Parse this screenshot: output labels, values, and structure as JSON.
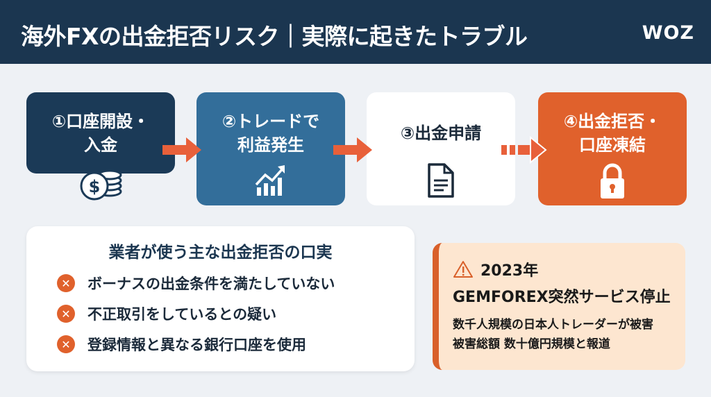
{
  "header": {
    "title": "海外FXの出金拒否リスク｜実際に起きたトラブル",
    "logo": "WOZ"
  },
  "steps": [
    {
      "label": "①口座開設・\n入金",
      "icon": "coins-icon"
    },
    {
      "label": "②トレードで\n利益発生",
      "icon": "chart-up-icon"
    },
    {
      "label": "③出金申請",
      "icon": "document-icon"
    },
    {
      "label": "④出金拒否・\n口座凍結",
      "icon": "lock-icon"
    }
  ],
  "reasons": {
    "title": "業者が使う主な出金拒否の口実",
    "items": [
      "ボーナスの出金条件を満たしていない",
      "不正取引をしているとの疑い",
      "登録情報と異なる銀行口座を使用"
    ]
  },
  "alert": {
    "year": "2023年",
    "event": "GEMFOREX突然サービス停止",
    "details": [
      "数千人規模の日本人トレーダーが被害",
      "被害総額 数十億円規模と報道"
    ]
  },
  "colors": {
    "navy": "#1b3650",
    "blue": "#336e9a",
    "orange": "#e0612c",
    "alert_bg": "#fde6d0"
  }
}
